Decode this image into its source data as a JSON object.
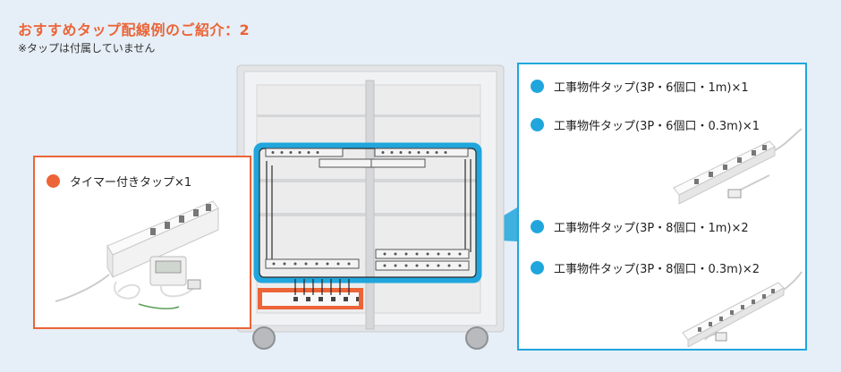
{
  "header": {
    "title": "おすすめタップ配線例のご紹介：2",
    "note": "※タップは付属していません"
  },
  "left_panel": {
    "items": [
      {
        "label": "タイマー付きタップ×1",
        "color": "#ec6437"
      }
    ]
  },
  "right_panel": {
    "items": [
      {
        "label": "工事物件タップ(3P・6個口・1m)×1",
        "color": "#20a6dd"
      },
      {
        "label": "工事物件タップ(3P・6個口・0.3m)×1",
        "color": "#20a6dd"
      },
      {
        "label": "工事物件タップ(3P・8個口・1m)×2",
        "color": "#20a6dd"
      },
      {
        "label": "工事物件タップ(3P・8個口・0.3m)×2",
        "color": "#20a6dd"
      }
    ]
  },
  "colors": {
    "accent_orange": "#ec6437",
    "accent_blue": "#20a6dd",
    "background": "#e6eff7"
  }
}
